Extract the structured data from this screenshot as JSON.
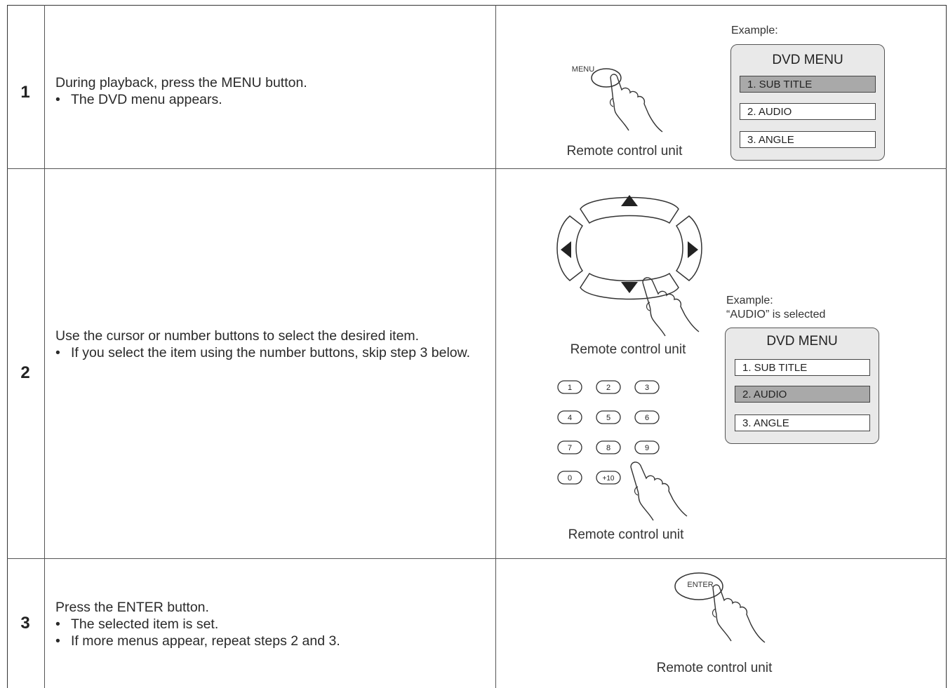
{
  "steps": [
    {
      "number": "1",
      "text": "During playback, press the MENU button.",
      "bullets": [
        "The DVD menu appears."
      ],
      "button_label": "MENU",
      "caption": "Remote control unit",
      "example_label": "Example:",
      "menu": {
        "title": "DVD MENU",
        "items": [
          "1. SUB TITLE",
          "2. AUDIO",
          "3. ANGLE"
        ],
        "selected_index": 0
      }
    },
    {
      "number": "2",
      "text": "Use the cursor or number buttons to select the desired item.",
      "bullets": [
        "If you select the item using the number buttons, skip step 3 below."
      ],
      "caption_cursor": "Remote control unit",
      "caption_numbers": "Remote control unit",
      "example_label": "Example:",
      "example_note": "“AUDIO” is selected",
      "number_keys": [
        "1",
        "2",
        "3",
        "4",
        "5",
        "6",
        "7",
        "8",
        "9",
        "0",
        "+10"
      ],
      "menu": {
        "title": "DVD MENU",
        "items": [
          "1. SUB TITLE",
          "2. AUDIO",
          "3. ANGLE"
        ],
        "selected_index": 1
      }
    },
    {
      "number": "3",
      "text": "Press the ENTER button.",
      "bullets": [
        "The selected item is set.",
        "If more menus appear, repeat steps 2 and 3."
      ],
      "button_label": "ENTER",
      "caption": "Remote control unit"
    }
  ],
  "colors": {
    "rule": "#555555",
    "menu_bg": "#e9e9e9",
    "selected_item": "#a9a9a9",
    "button_fill": "#222222"
  },
  "icons": [
    "hand-pointer-icon",
    "cursor-pad-icon",
    "arrow-up-icon",
    "arrow-down-icon",
    "arrow-left-icon",
    "arrow-right-icon"
  ]
}
